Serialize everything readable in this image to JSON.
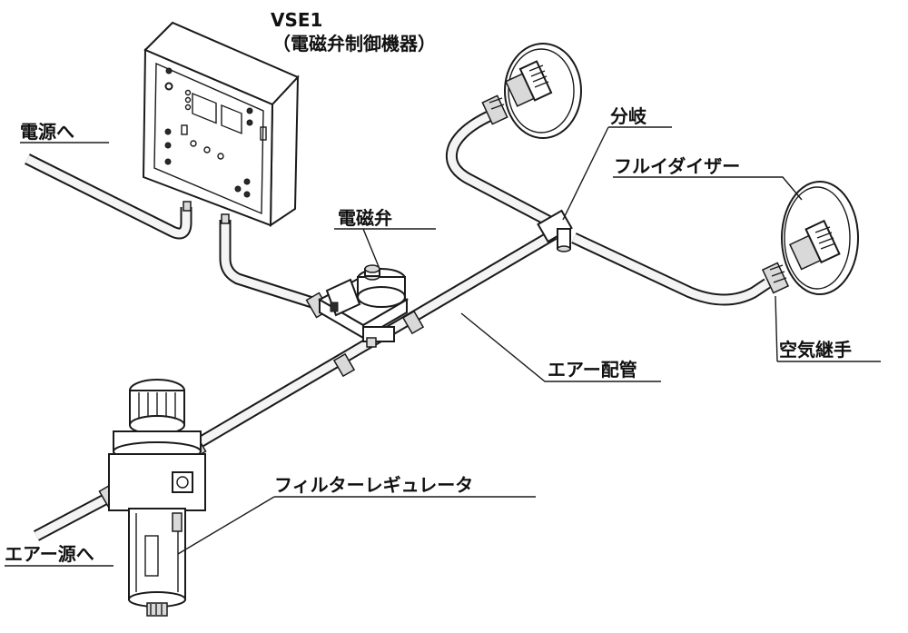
{
  "labels": {
    "vse1": "VSE1",
    "vse1_sub": "（電磁弁制御機器）",
    "power": "電源へ",
    "solenoid": "電磁弁",
    "branch": "分岐",
    "fluidizer": "フルイダイザー",
    "fitting": "空気継手",
    "air_pipe": "エアー配管",
    "filter_regulator": "フィルターレギュレータ",
    "air_source": "エアー源へ"
  }
}
